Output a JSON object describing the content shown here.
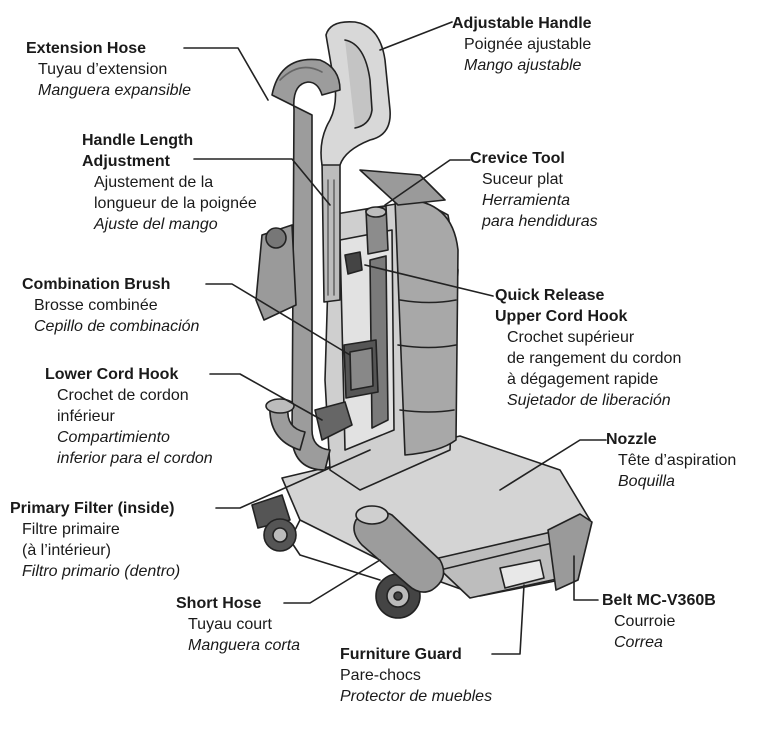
{
  "callouts": {
    "adjustable_handle": {
      "en": "Adjustable Handle",
      "fr": "Poignée ajustable",
      "es": "Mango ajustable"
    },
    "extension_hose": {
      "en": "Extension Hose",
      "fr": "Tuyau d’extension",
      "es": "Manguera expansible"
    },
    "handle_length": {
      "en1": "Handle Length",
      "en2": "Adjustment",
      "fr1": "Ajustement de la",
      "fr2": "longueur de la poignée",
      "es": "Ajuste del mango"
    },
    "crevice_tool": {
      "en": "Crevice Tool",
      "fr": "Suceur plat",
      "es1": "Herramienta",
      "es2": "para hendiduras"
    },
    "combination_brush": {
      "en": "Combination Brush",
      "fr": "Brosse combinée",
      "es": "Cepillo de combinación"
    },
    "quick_release": {
      "en1": "Quick Release",
      "en2": "Upper Cord Hook",
      "fr1": "Crochet supérieur",
      "fr2": "de rangement du cordon",
      "fr3": "à dégagement rapide",
      "es": "Sujetador de liberación"
    },
    "lower_cord_hook": {
      "en": "Lower Cord Hook",
      "fr1": "Crochet de cordon",
      "fr2": "inférieur",
      "es1": "Compartimiento",
      "es2": "inferior para el cordon"
    },
    "nozzle": {
      "en": "Nozzle",
      "fr": "Tête d’aspiration",
      "es": "Boquilla"
    },
    "primary_filter": {
      "en": "Primary Filter (inside)",
      "fr1": "Filtre primaire",
      "fr2": "(à l’intérieur)",
      "es": "Filtro primario (dentro)"
    },
    "short_hose": {
      "en": "Short Hose",
      "fr": "Tuyau court",
      "es": "Manguera corta"
    },
    "belt": {
      "en": "Belt MC-V360B",
      "fr": "Courroie",
      "es": "Correa"
    },
    "furniture_guard": {
      "en": "Furniture Guard",
      "fr": "Pare-chocs",
      "es": "Protector de muebles"
    }
  }
}
